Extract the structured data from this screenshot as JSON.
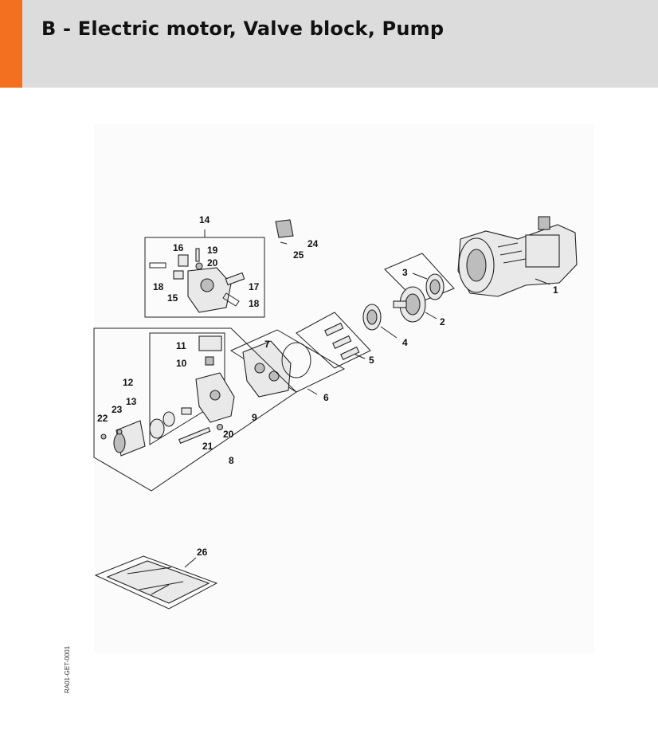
{
  "header": {
    "title": "B - Electric motor, Valve block, Pump",
    "accent_color": "#f37021",
    "background_color": "#dcdcdc"
  },
  "diagram": {
    "doc_code": "RA01-GET-0001",
    "callouts": [
      "1",
      "2",
      "3",
      "4",
      "5",
      "6",
      "7",
      "8",
      "9",
      "10",
      "11",
      "12",
      "13",
      "14",
      "15",
      "16",
      "17",
      "18",
      "18",
      "19",
      "20",
      "20",
      "21",
      "22",
      "23",
      "24",
      "25",
      "26"
    ]
  }
}
